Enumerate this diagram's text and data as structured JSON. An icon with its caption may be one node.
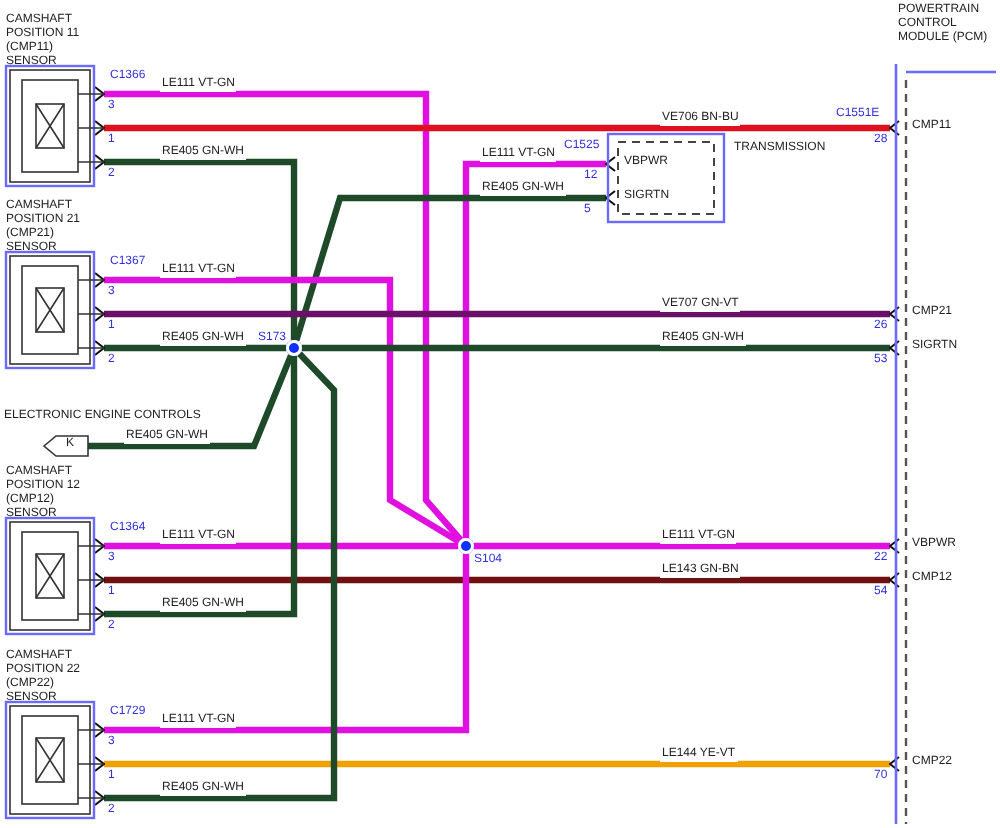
{
  "diagram": {
    "nodes": [
      {
        "text": [
          "CAMSHAFT POSITION 11 (CMP11) SENSOR"
        ],
        "beside": [
          "C1366"
        ]
      },
      {
        "text": [
          "POWERTRAIN CONTROL MODULE (PCM)",
          "CMP11",
          "CMP21",
          "SIGRTN",
          "VBPWR",
          "CMP12",
          "CMP22"
        ],
        "beside": [
          "C1551E"
        ]
      },
      {
        "text": [
          "TRANSMISSION",
          "VBPWR",
          "SIGRTN"
        ],
        "beside": [
          "C1525"
        ]
      },
      {
        "text": [
          "CAMSHAFT POSITION 21 (CMP21) SENSOR"
        ],
        "beside": [
          "C1367"
        ]
      },
      {
        "text": [],
        "shape": "circle",
        "beside": [
          "S173"
        ]
      },
      {
        "text": [
          "ELECTRONIC ENGINE CONTROLS",
          "K"
        ]
      },
      {
        "text": [
          "CAMSHAFT POSITION 12 (CMP12) SENSOR"
        ],
        "beside": [
          "C1364"
        ]
      },
      {
        "text": [],
        "shape": "circle",
        "beside": [
          "S104"
        ]
      },
      {
        "text": [
          "CAMSHAFT POSITION 22 (CMP22) SENSOR"
        ],
        "beside": [
          "C1729"
        ]
      }
    ],
    "edges": [
      {
        "from": 0,
        "to": 7,
        "arrow": "other",
        "label": "LE111 VT-GN",
        "color": "#e010e0"
      },
      {
        "from": 0,
        "to": 1,
        "arrow": "other",
        "label": "VE706 BN-BU",
        "color": "#e01020"
      },
      {
        "from": 0,
        "to": 4,
        "arrow": "other",
        "label": "RE405 GN-WH"
      },
      {
        "from": 7,
        "to": 2,
        "arrow": "other",
        "label": "LE111 VT-GN",
        "color": "#e010e0"
      },
      {
        "from": 4,
        "to": 2,
        "arrow": "other",
        "label": "RE405 GN-WH"
      },
      {
        "from": 3,
        "to": 7,
        "arrow": "other",
        "label": "LE111 VT-GN",
        "color": "#e010e0"
      },
      {
        "from": 3,
        "to": 1,
        "arrow": "other",
        "label": "VE707 GN-VT",
        "color": "#6a106a"
      },
      {
        "from": 3,
        "to": 4,
        "arrow": "other",
        "label": "RE405 GN-WH"
      },
      {
        "from": 4,
        "to": 1,
        "arrow": "other",
        "label": "RE405 GN-WH"
      },
      {
        "from": 4,
        "to": 5,
        "arrow": "none",
        "label": "RE405 GN-WH"
      },
      {
        "from": 6,
        "to": 7,
        "arrow": "other",
        "label": "LE111 VT-GN",
        "color": "#e010e0"
      },
      {
        "from": 7,
        "to": 1,
        "arrow": "other",
        "label": "LE111 VT-GN",
        "color": "#e010e0"
      },
      {
        "from": 6,
        "to": 1,
        "arrow": "other",
        "label": "LE143 GN-BN",
        "color": "#701010"
      },
      {
        "from": 6,
        "to": 4,
        "arrow": "other",
        "label": "RE405 GN-WH"
      },
      {
        "from": 8,
        "to": 7,
        "arrow": "other",
        "label": "LE111 VT-GN",
        "color": "#e010e0"
      },
      {
        "from": 8,
        "to": 1,
        "arrow": "other",
        "label": "LE144 YE-VT",
        "color": "#f0a000"
      },
      {
        "from": 8,
        "to": 4,
        "arrow": "other",
        "label": "RE405 GN-WH"
      }
    ],
    "labels": [
      "3",
      "1",
      "2",
      "12",
      "5",
      "28",
      "3",
      "1",
      "2",
      "26",
      "53",
      "3",
      "1",
      "2",
      "22",
      "54",
      "3",
      "1",
      "2",
      "70"
    ]
  }
}
